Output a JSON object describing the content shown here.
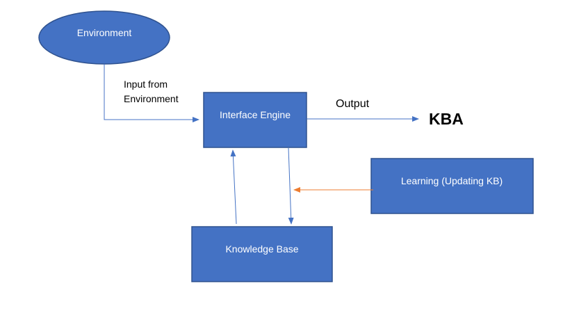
{
  "diagram": {
    "nodes": {
      "environment": "Environment",
      "interface_engine": "Interface Engine",
      "knowledge_base": "Knowledge Base",
      "learning": "Learning (Updating KB)"
    },
    "labels": {
      "input_line1": "Input from",
      "input_line2": "Environment",
      "output": "Output",
      "kba": "KBA"
    }
  },
  "colors": {
    "node_fill": "#4472C4",
    "node_stroke": "#2F528F",
    "connector": "#4472C4",
    "learning_arrow": "#ED7D31"
  }
}
